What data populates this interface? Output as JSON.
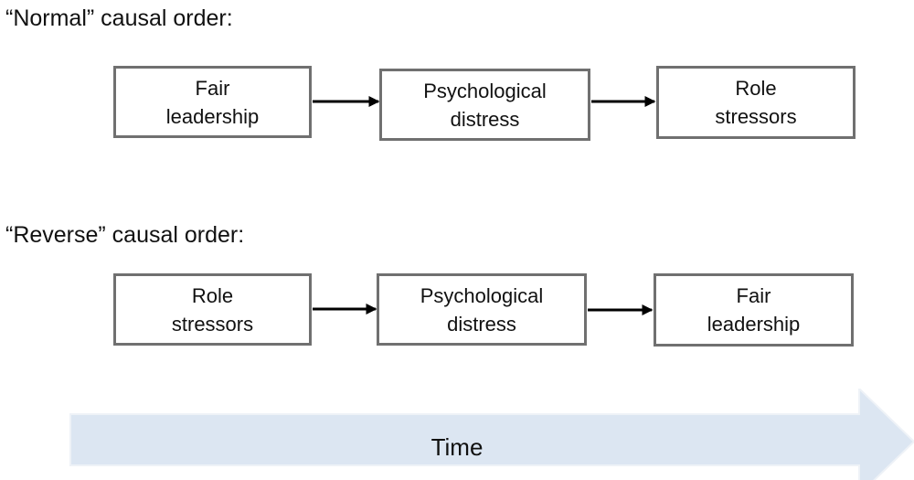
{
  "rows": [
    {
      "heading": "“Normal” causal order:",
      "boxes": [
        {
          "line1": "Fair",
          "line2": "leadership"
        },
        {
          "line1": "Psychological",
          "line2": "distress"
        },
        {
          "line1": "Role",
          "line2": "stressors"
        }
      ]
    },
    {
      "heading": "“Reverse” causal order:",
      "boxes": [
        {
          "line1": "Role",
          "line2": "stressors"
        },
        {
          "line1": "Psychological",
          "line2": "distress"
        },
        {
          "line1": "Fair",
          "line2": "leadership"
        }
      ]
    }
  ],
  "time_label": "Time",
  "colors": {
    "box_border": "#707070",
    "time_arrow": "#dce6f2"
  }
}
